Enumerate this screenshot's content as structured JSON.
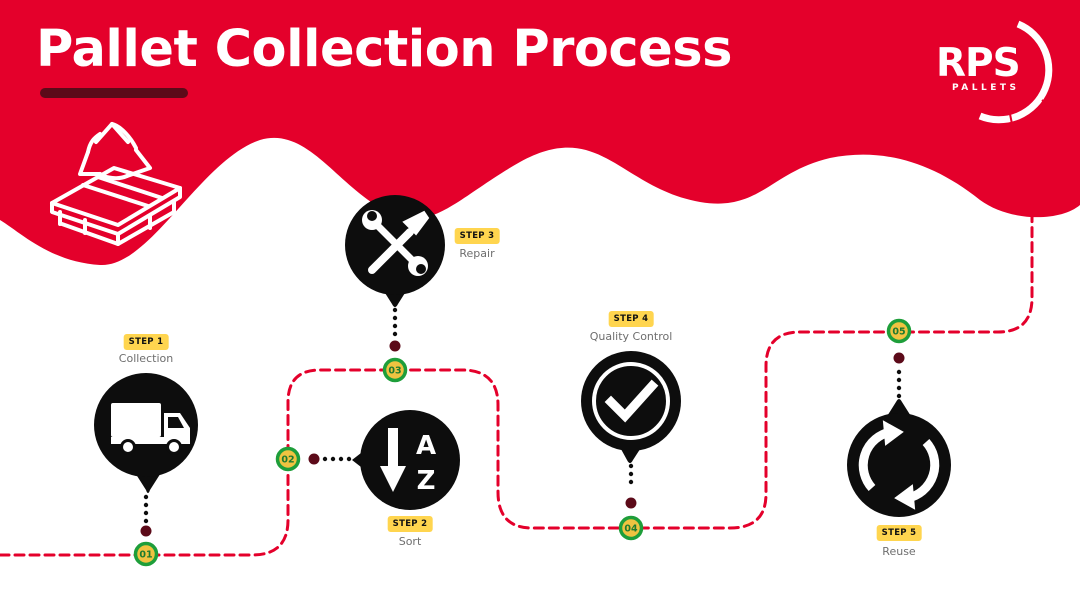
{
  "header": {
    "title": "Pallet Collection Process",
    "background_color": "#e4002b",
    "pallet_recycle_icon": "recycling-pallet-icon"
  },
  "logo": {
    "main": "RPS",
    "sub": "PALLETS"
  },
  "path": {
    "line_color": "#e4002b",
    "marker_ring_color": "#1e9e3a",
    "marker_fill_color": "#f0c341"
  },
  "steps": [
    {
      "badge": "STEP 1",
      "label": "Collection",
      "number": "01",
      "icon": "truck-icon"
    },
    {
      "badge": "STEP 2",
      "label": "Sort",
      "number": "02",
      "icon": "sort-az-icon"
    },
    {
      "badge": "STEP 3",
      "label": "Repair",
      "number": "03",
      "icon": "tools-icon"
    },
    {
      "badge": "STEP 4",
      "label": "Quality Control",
      "number": "04",
      "icon": "checkmark-icon"
    },
    {
      "badge": "STEP 5",
      "label": "Reuse",
      "number": "05",
      "icon": "cycle-arrows-icon"
    }
  ]
}
